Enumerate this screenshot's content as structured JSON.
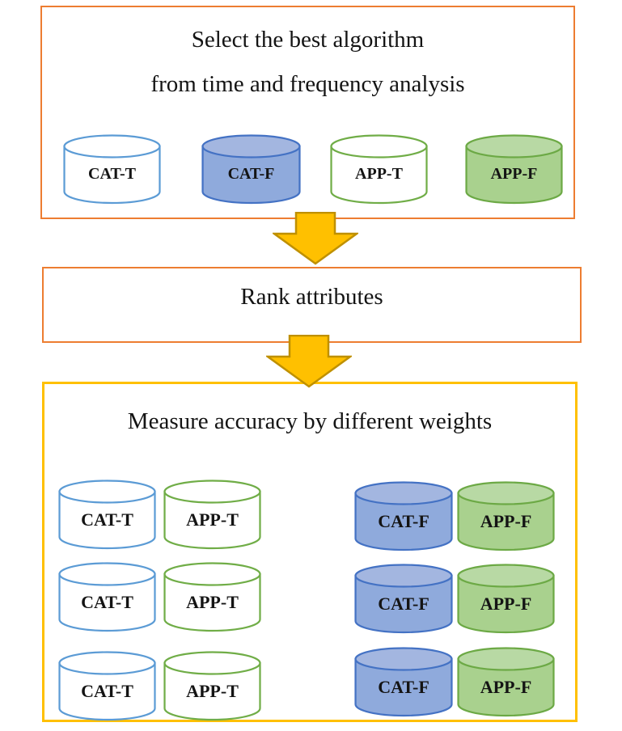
{
  "colors": {
    "orange_border": "#ED7D31",
    "yellow_border": "#FFC000",
    "arrow_fill": "#FFC000",
    "arrow_stroke": "#BF9000",
    "blue_outline": "#5B9BD5",
    "blue_fill": "#8FAADC",
    "blue_fill_top": "#A3B6E0",
    "blue_fill_stroke": "#4472C4",
    "green_outline": "#70AD47",
    "green_fill": "#A9D18E",
    "green_fill_top": "#B8D9A4",
    "green_fill_stroke": "#6CA945",
    "text": "#141414"
  },
  "icons": {
    "arrow": "down-block-arrow",
    "datastore": "database-cylinder"
  },
  "step1": {
    "title_line1": "Select the best algorithm",
    "title_line2": "from time and frequency analysis",
    "cylinders": [
      {
        "label": "CAT-T",
        "variant": "blue-outline"
      },
      {
        "label": "CAT-F",
        "variant": "blue-fill"
      },
      {
        "label": "APP-T",
        "variant": "green-outline"
      },
      {
        "label": "APP-F",
        "variant": "green-fill"
      }
    ]
  },
  "step2": {
    "title": "Rank attributes"
  },
  "step3": {
    "title": "Measure accuracy by different weights",
    "rows": [
      {
        "cells": [
          {
            "label": "CAT-T"
          },
          {
            "label": "APP-T"
          },
          {
            "label": "CAT-F"
          },
          {
            "label": "APP-F"
          }
        ]
      },
      {
        "cells": [
          {
            "label": "CAT-T"
          },
          {
            "label": "APP-T"
          },
          {
            "label": "CAT-F"
          },
          {
            "label": "APP-F"
          }
        ]
      },
      {
        "cells": [
          {
            "label": "CAT-T"
          },
          {
            "label": "APP-T"
          },
          {
            "label": "CAT-F"
          },
          {
            "label": "APP-F"
          }
        ]
      }
    ]
  }
}
